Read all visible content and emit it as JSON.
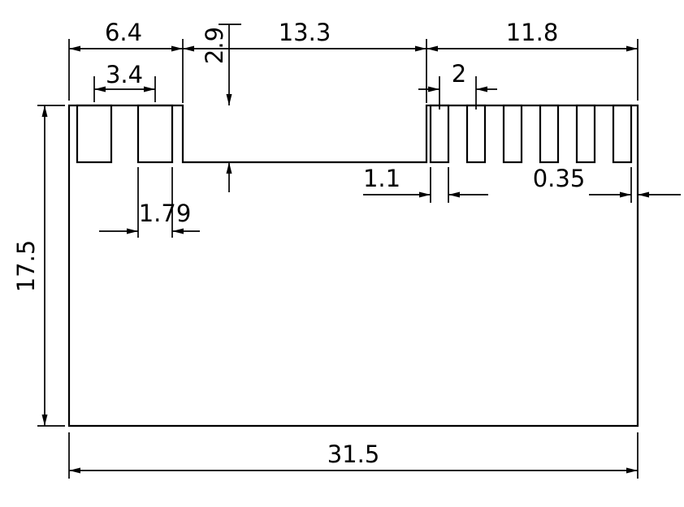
{
  "drawing": {
    "type": "technical-dimension-drawing",
    "background": "#ffffff",
    "line_color": "#000000",
    "dims": [
      {
        "id": "top-left-width",
        "label": "6.4"
      },
      {
        "id": "top-middle-width",
        "label": "13.3"
      },
      {
        "id": "top-right-width",
        "label": "11.8"
      },
      {
        "id": "left-slot-spacing",
        "label": "3.4"
      },
      {
        "id": "recess-depth",
        "label": "2.9"
      },
      {
        "id": "right-slot-spacing",
        "label": "2"
      },
      {
        "id": "left-slot-width",
        "label": "1.79"
      },
      {
        "id": "right-slot-width",
        "label": "1.1"
      },
      {
        "id": "right-edge-offset",
        "label": "0.35"
      },
      {
        "id": "overall-height",
        "label": "17.5"
      },
      {
        "id": "overall-width",
        "label": "31.5"
      }
    ]
  }
}
